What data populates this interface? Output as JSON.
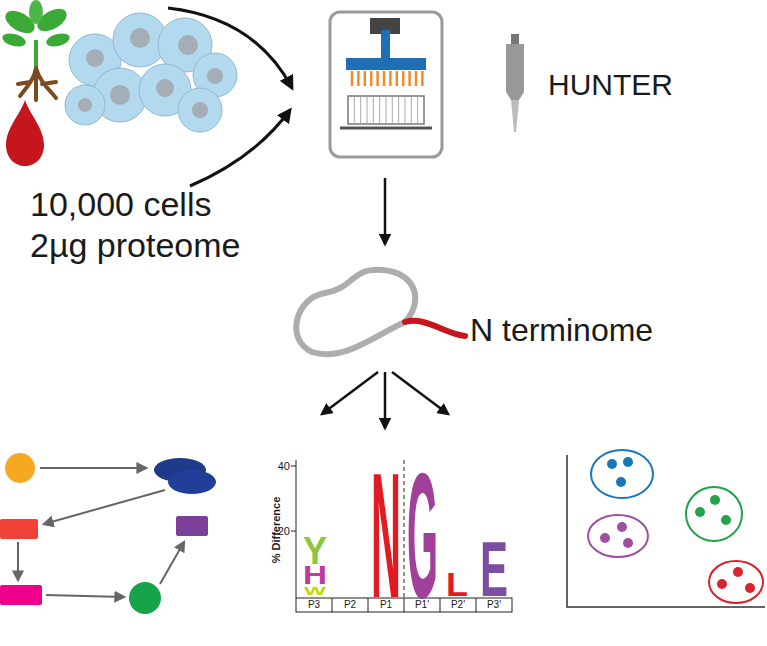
{
  "diagram": {
    "labels": [
      "10,000 cells",
      "2µg proteome",
      "HUNTER",
      "N terminome",
      "40",
      "20",
      "% Difference",
      "Y",
      "H",
      "W",
      "N",
      "G",
      "L",
      "E",
      "P3",
      "P2",
      "P1",
      "P1'",
      "P2'",
      "P3'"
    ]
  }
}
